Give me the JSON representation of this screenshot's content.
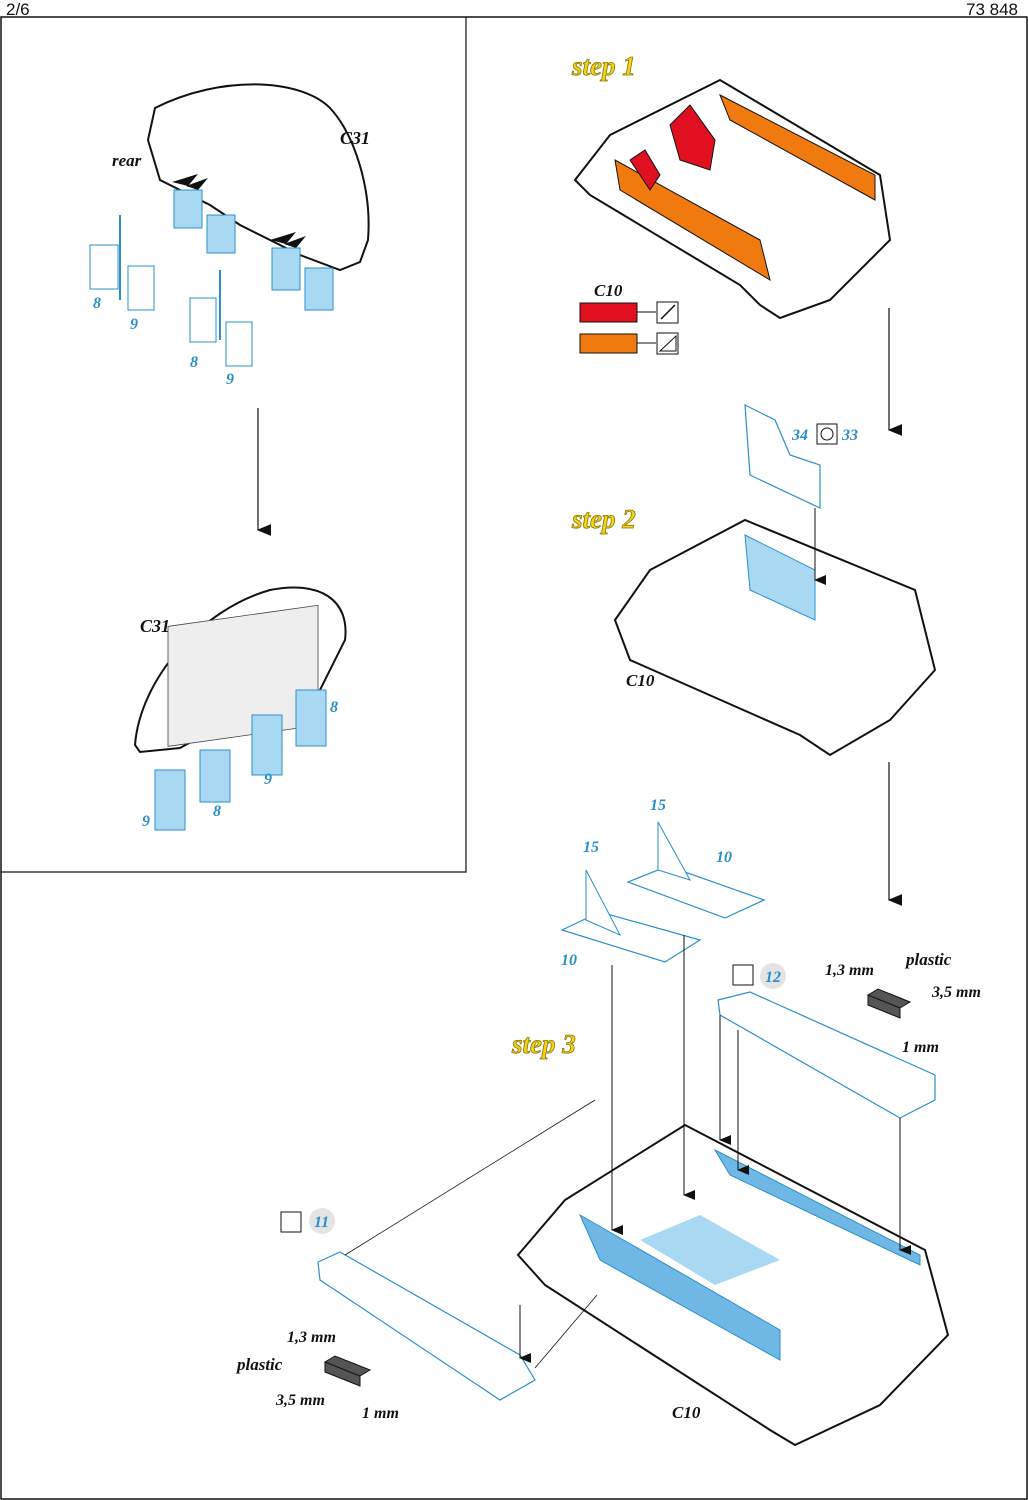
{
  "header": {
    "page": "2/6",
    "code": "73 848"
  },
  "left_panel": {
    "part_top": "C31",
    "rear": "rear",
    "part_bottom": "C31",
    "pe_top": [
      "8",
      "9",
      "8",
      "9"
    ],
    "pe_bottom": [
      "8",
      "9",
      "9",
      "8"
    ]
  },
  "step1": {
    "title": "step 1",
    "part": "C10",
    "legend": [
      {
        "color": "#e01020",
        "icon": "brush-icon"
      },
      {
        "color": "#f07a10",
        "icon": "hatch-icon"
      }
    ]
  },
  "step2": {
    "title": "step 2",
    "part": "C10",
    "pe_a": "34",
    "pe_b": "33"
  },
  "step3": {
    "title": "step 3",
    "part": "C10",
    "pe_15a": "15",
    "pe_15b": "15",
    "pe_10a": "10",
    "pe_10b": "10",
    "pe_12": "12",
    "pe_11": "11",
    "plastic_right": {
      "label": "plastic",
      "w": "1,3 mm",
      "l": "3,5 mm",
      "h": "1 mm"
    },
    "plastic_left": {
      "label": "plastic",
      "w": "1,3 mm",
      "l": "3,5 mm",
      "h": "1 mm"
    }
  },
  "colors": {
    "pe_fill": "#a9d9f2",
    "pe_stroke": "#2a8fc8",
    "red": "#e01020",
    "orange": "#f07a10"
  }
}
